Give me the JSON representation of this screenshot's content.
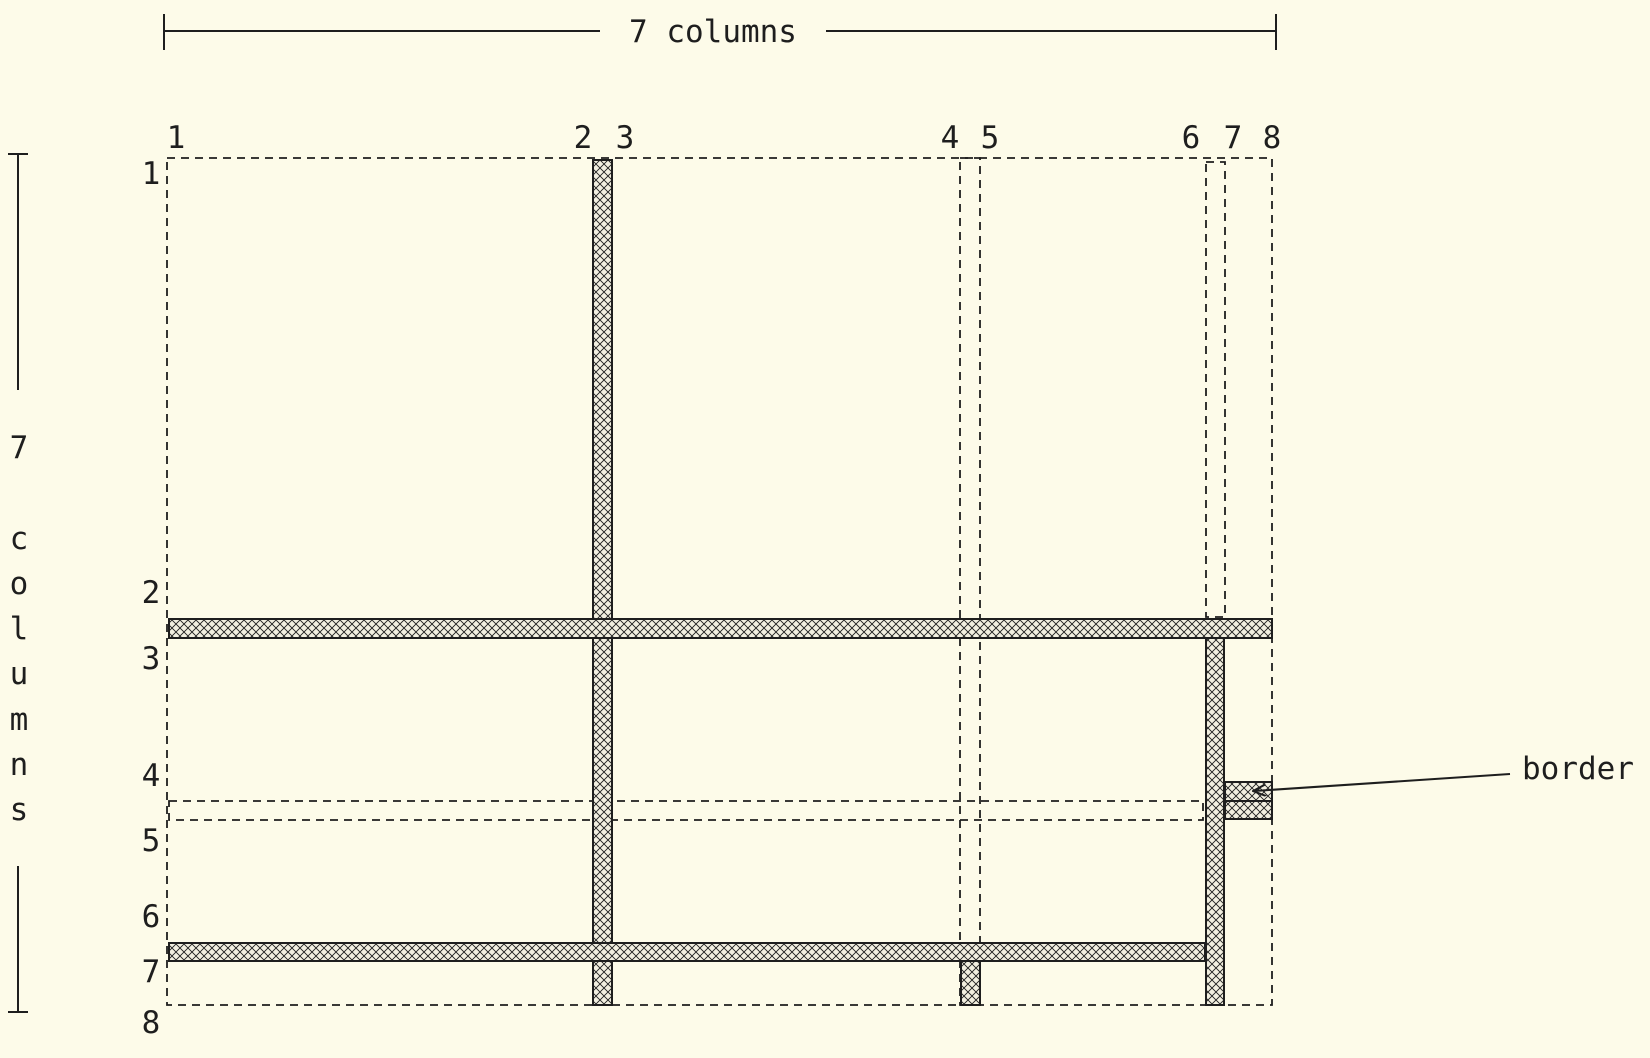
{
  "top_span_label": "7 columns",
  "side_span_label": [
    "7",
    "",
    "c",
    "o",
    "l",
    "u",
    "m",
    "n",
    "s"
  ],
  "column_line_labels": [
    "1",
    "2",
    "3",
    "4",
    "5",
    "6",
    "7",
    "8"
  ],
  "row_line_labels": [
    "1",
    "2",
    "3",
    "4",
    "5",
    "6",
    "7",
    "8"
  ],
  "annotation_label": "border",
  "colors": {
    "background": "#fdfbe9",
    "ink": "#1e1e1e",
    "hatch_fill": "#f2efe0"
  }
}
